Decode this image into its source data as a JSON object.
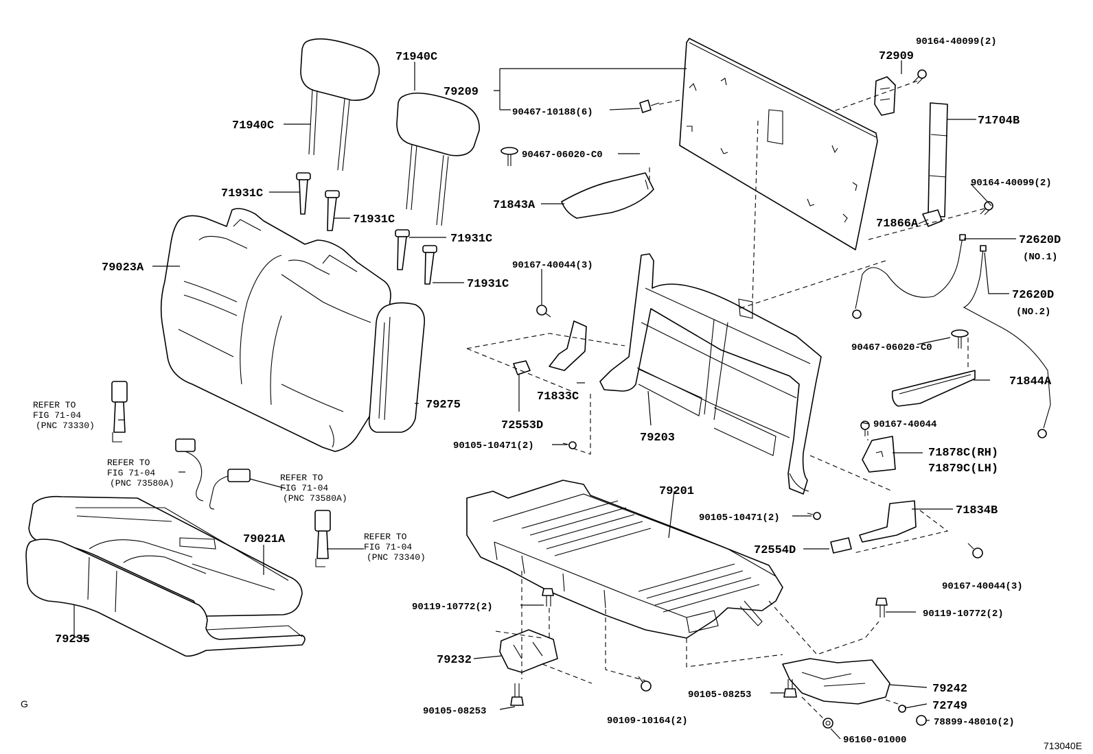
{
  "diagram": {
    "corner_letter": "G",
    "figure_code": "713040E"
  },
  "labels": {
    "p71940C_a": "71940C",
    "p71940C_b": "71940C",
    "p79209": "79209",
    "p90467_10188": "90467-10188(6)",
    "p90164_40099_a": "90164-40099(2)",
    "p72909": "72909",
    "p71704B": "71704B",
    "p90164_40099_b": "90164-40099(2)",
    "p90467_06020_a": "90467-06020-C0",
    "p71843A": "71843A",
    "p71931C_a": "71931C",
    "p71931C_b": "71931C",
    "p71931C_c": "71931C",
    "p71931C_d": "71931C",
    "p79023A": "79023A",
    "p71866A": "71866A",
    "p72620D_1": "72620D",
    "p72620D_1_sub": "(NO.1)",
    "p72620D_2": "72620D",
    "p72620D_2_sub": "(NO.2)",
    "p90167_40044_3a": "90167-40044(3)",
    "p90467_06020_b": "90467-06020-C0",
    "p71844A": "71844A",
    "p71833C": "71833C",
    "p79275": "79275",
    "p72553D": "72553D",
    "p79203": "79203",
    "p90167_40044": "90167-40044",
    "p90105_10471_a": "90105-10471(2)",
    "p71878C": "71878C(RH)",
    "p71879C": "71879C(LH)",
    "p79201": "79201",
    "p90105_10471_b": "90105-10471(2)",
    "p71834B": "71834B",
    "p79021A": "79021A",
    "p72554D": "72554D",
    "p90167_40044_3b": "90167-40044(3)",
    "p90119_10772_a": "90119-10772(2)",
    "p90119_10772_b": "90119-10772(2)",
    "p79235": "79235",
    "p79232": "79232",
    "p90105_08253_a": "90105-08253",
    "p90105_08253_b": "90105-08253",
    "p79242": "79242",
    "p72749": "72749",
    "p90109_10164": "90109-10164(2)",
    "p78899_48010": "78899-48010(2)",
    "p96160_01000": "96160-01000"
  },
  "refs": {
    "r1_l1": "REFER TO",
    "r1_l2": "FIG 71-04",
    "r1_l3": "(PNC 73330)",
    "r2_l1": "REFER TO",
    "r2_l2": "FIG 71-04",
    "r2_l3": "(PNC 73580A)",
    "r3_l1": "REFER TO",
    "r3_l2": "FIG 71-04",
    "r3_l3": "(PNC 73580A)",
    "r4_l1": "REFER TO",
    "r4_l2": "FIG 71-04",
    "r4_l3": "(PNC 73340)"
  }
}
